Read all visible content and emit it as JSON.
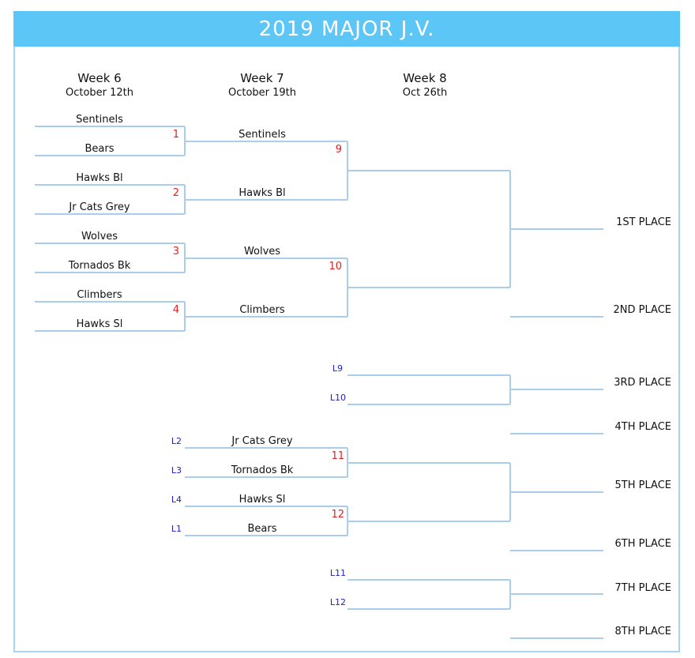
{
  "title": "2019 MAJOR J.V.",
  "weeks": [
    {
      "label": "Week 6",
      "date": "October 12th"
    },
    {
      "label": "Week 7",
      "date": "October 19th"
    },
    {
      "label": "Week 8",
      "date": "Oct 26th"
    }
  ],
  "round1": [
    "Sentinels",
    "Bears",
    "Hawks Bl",
    "Jr Cats Grey",
    "Wolves",
    "Tornados Bk",
    "Climbers",
    "Hawks Sl"
  ],
  "round1_games": [
    "1",
    "2",
    "3",
    "4"
  ],
  "round2": [
    "Sentinels",
    "Hawks Bl",
    "Wolves",
    "Climbers"
  ],
  "round2_games": [
    "9",
    "10"
  ],
  "consolation_refs": [
    "L2",
    "L3",
    "L4",
    "L1"
  ],
  "consolation_teams": [
    "Jr Cats Grey",
    "Tornados Bk",
    "Hawks Sl",
    "Bears"
  ],
  "consolation_games": [
    "11",
    "12"
  ],
  "third_refs": [
    "L9",
    "L10"
  ],
  "seventh_refs": [
    "L11",
    "L12"
  ],
  "places": [
    "1ST PLACE",
    "2ND PLACE",
    "3RD PLACE",
    "4TH PLACE",
    "5TH PLACE",
    "6TH PLACE",
    "7TH PLACE",
    "8TH PLACE"
  ]
}
